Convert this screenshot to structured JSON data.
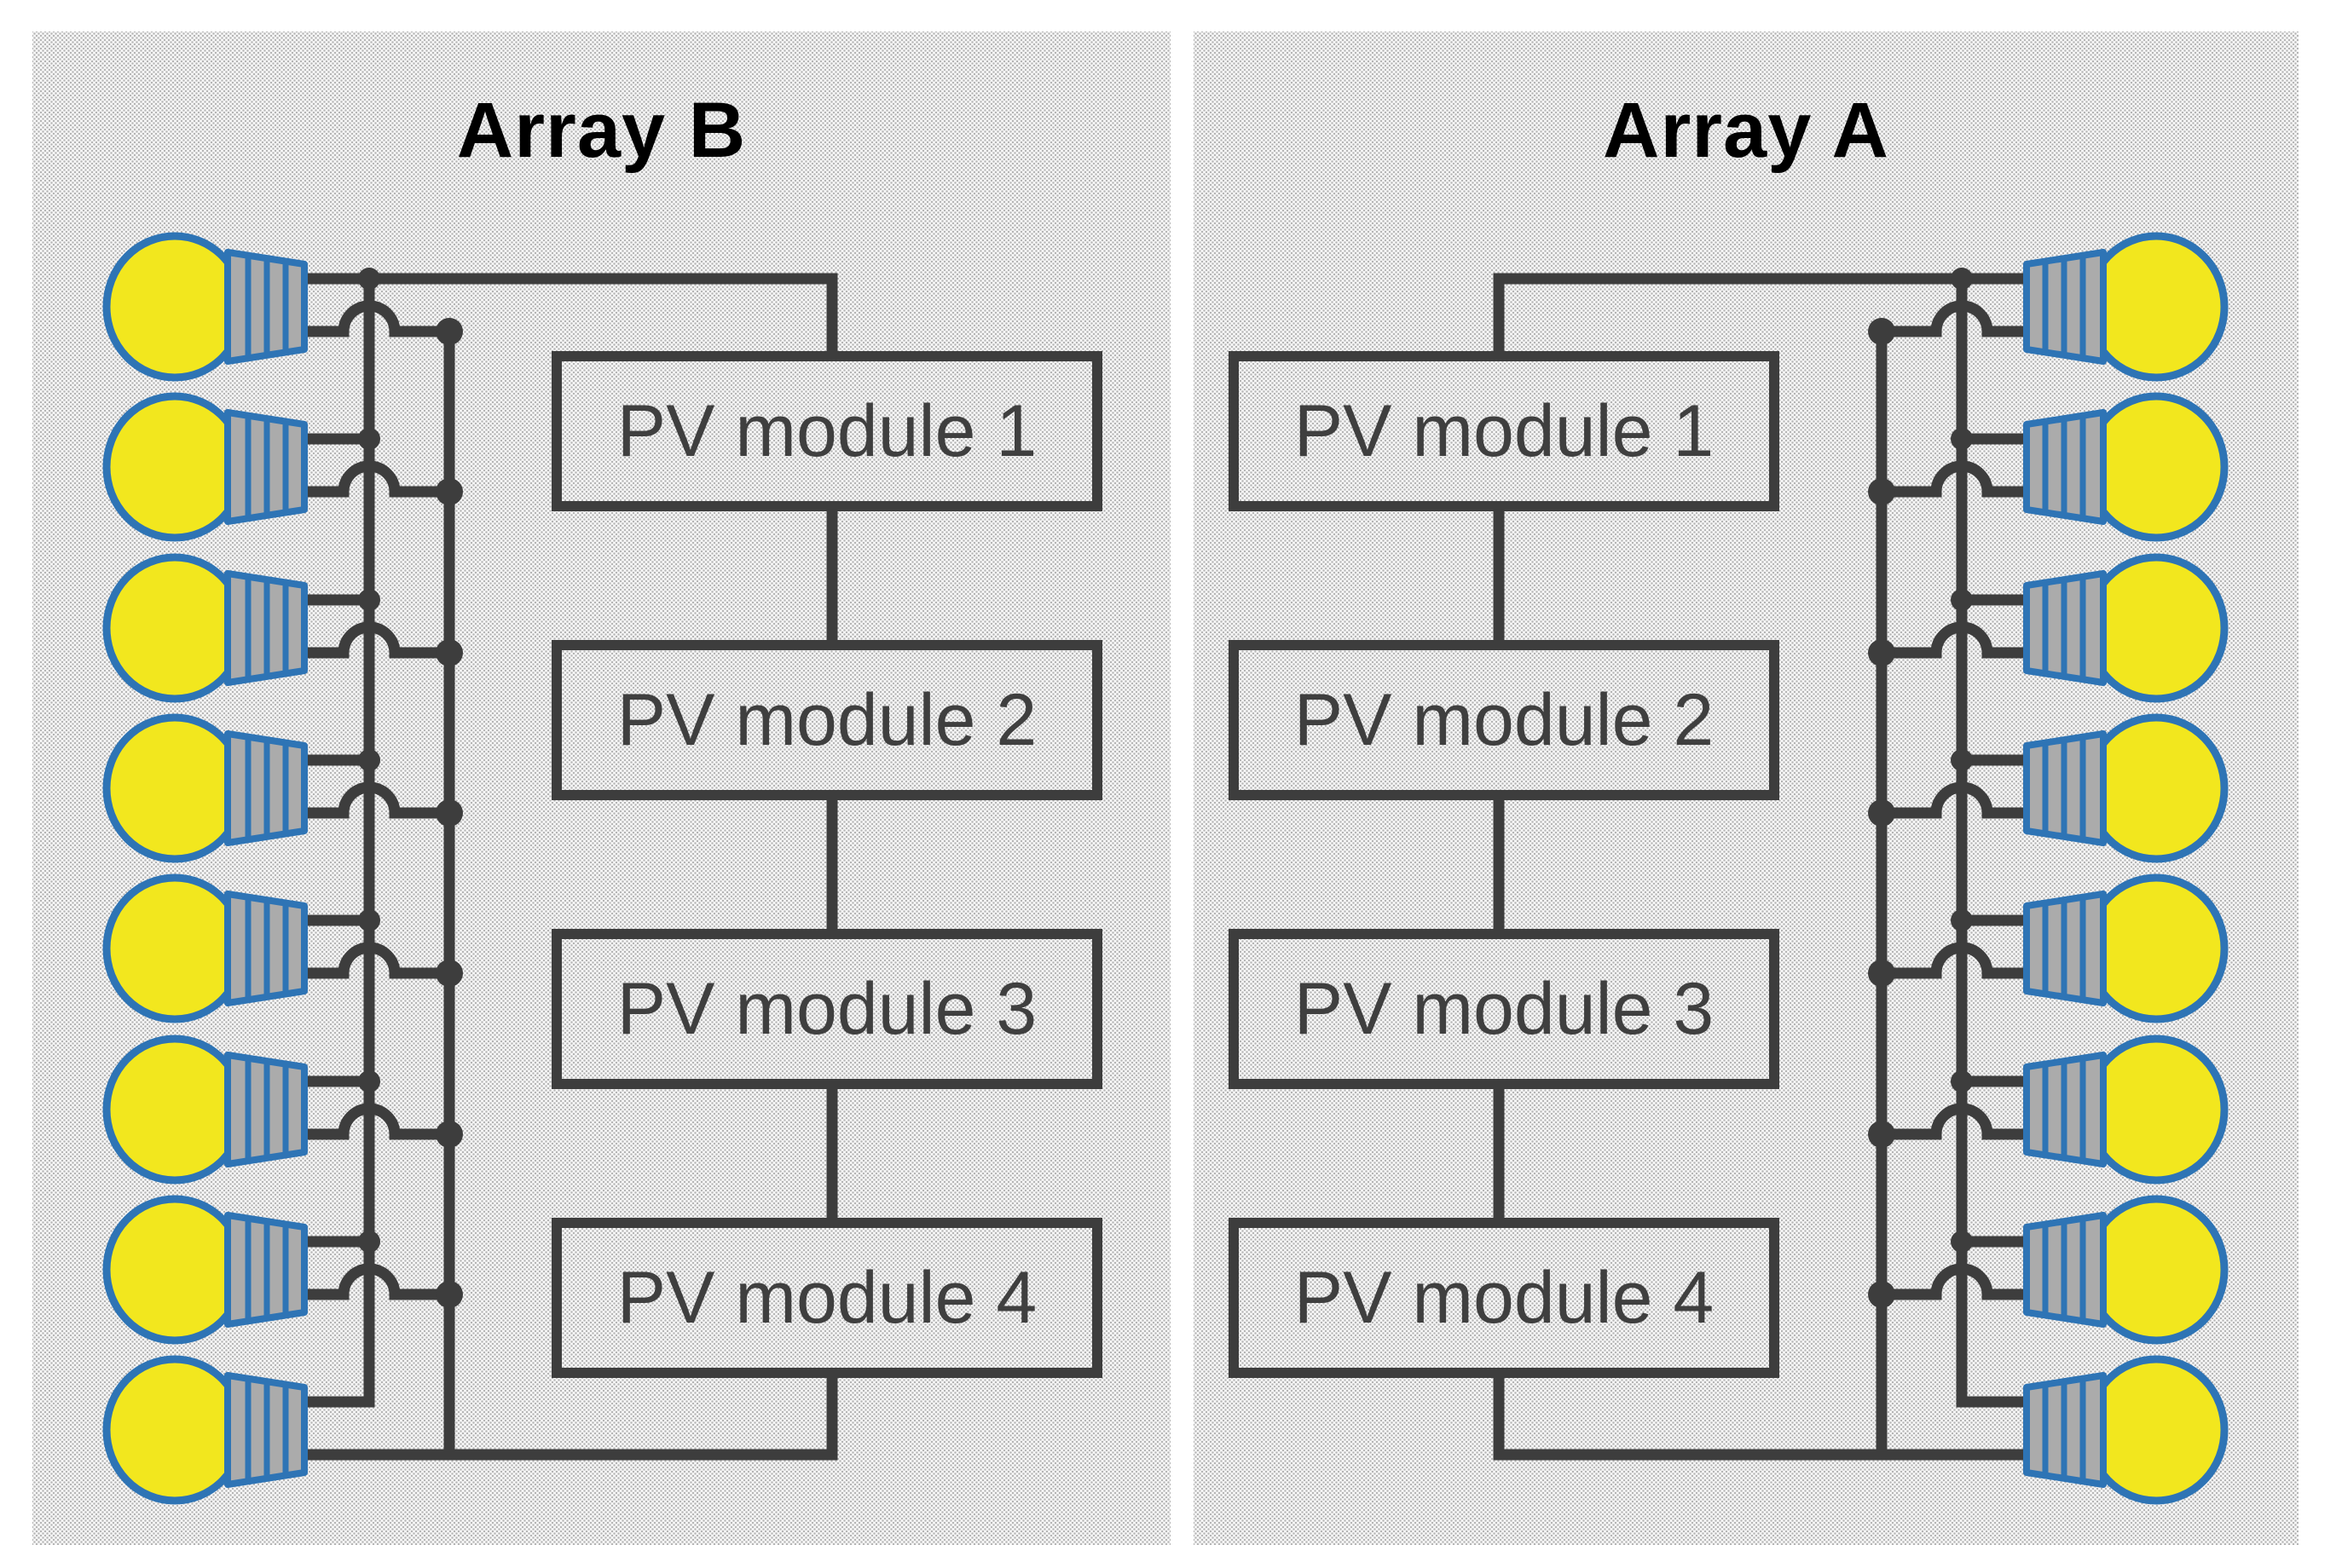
{
  "panels": [
    {
      "id": "array-b",
      "title": "Array B",
      "bulb_count": 8,
      "modules": [
        {
          "label": "PV module 1"
        },
        {
          "label": "PV module 2"
        },
        {
          "label": "PV module 3"
        },
        {
          "label": "PV module 4"
        }
      ]
    },
    {
      "id": "array-a",
      "title": "Array A",
      "bulb_count": 8,
      "modules": [
        {
          "label": "PV module 1"
        },
        {
          "label": "PV module 2"
        },
        {
          "label": "PV module 3"
        },
        {
          "label": "PV module 4"
        }
      ]
    }
  ],
  "colors": {
    "bulb_fill": "#f2e71e",
    "bulb_outline": "#2e74b5",
    "socket_fill": "#ababab",
    "socket_stripe": "#2e74b5",
    "wire": "#3d3d3d",
    "module_border": "#3d3d3d",
    "module_text": "#3f3f3f",
    "title_text": "#000000",
    "panel_background": "#dcdcdc"
  }
}
